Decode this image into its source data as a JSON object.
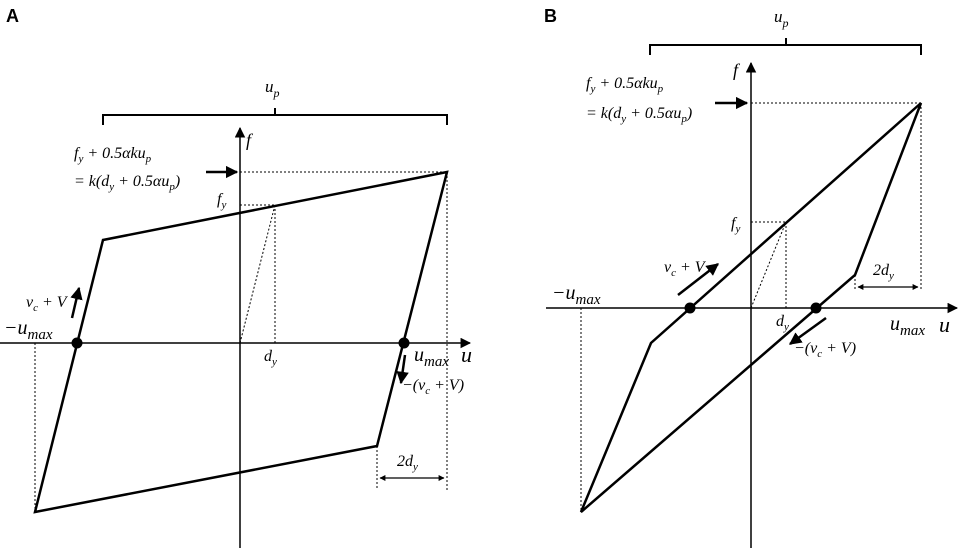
{
  "panels": {
    "a": {
      "letter": "A",
      "up_label": "u",
      "up_sub": "p",
      "f_axis": "f",
      "u_axis": "u",
      "fy": "f",
      "fy_sub": "y",
      "dy": "d",
      "dy_sub": "y",
      "peak_line1": "f",
      "peak_line1_sub": "y",
      "peak_line1_rest": " + 0.5αku",
      "peak_line1_sub2": "p",
      "peak_line2": "= k(d",
      "peak_line2_sub": "y",
      "peak_line2_rest": " + 0.5αu",
      "peak_line2_sub2": "p",
      "peak_line2_end": ")",
      "neg_umax": "−u",
      "neg_umax_sub": "max",
      "umax": "u",
      "umax_sub": "max",
      "vc_v": "v",
      "vc_sub": "c",
      "vc_rest": " + V",
      "neg_vc_pre": "−(v",
      "neg_vc_sub": "c",
      "neg_vc_rest": " + V)",
      "two_dy": "2d",
      "two_dy_sub": "y"
    },
    "b": {
      "letter": "B",
      "up_label": "u",
      "up_sub": "p",
      "f_axis": "f",
      "u_axis": "u",
      "fy": "f",
      "fy_sub": "y",
      "dy": "d",
      "dy_sub": "y",
      "peak_line1": "f",
      "peak_line1_sub": "y",
      "peak_line1_rest": " + 0.5αku",
      "peak_line1_sub2": "p",
      "peak_line2": "= k(d",
      "peak_line2_sub": "y",
      "peak_line2_rest": " + 0.5αu",
      "peak_line2_sub2": "p",
      "peak_line2_end": ")",
      "neg_umax": "−u",
      "neg_umax_sub": "max",
      "umax": "u",
      "umax_sub": "max",
      "vc_v": "v",
      "vc_sub": "c",
      "vc_rest": " + V",
      "neg_vc_pre": "−(v",
      "neg_vc_sub": "c",
      "neg_vc_rest": " + V)",
      "two_dy": "2d",
      "two_dy_sub": "y"
    }
  }
}
